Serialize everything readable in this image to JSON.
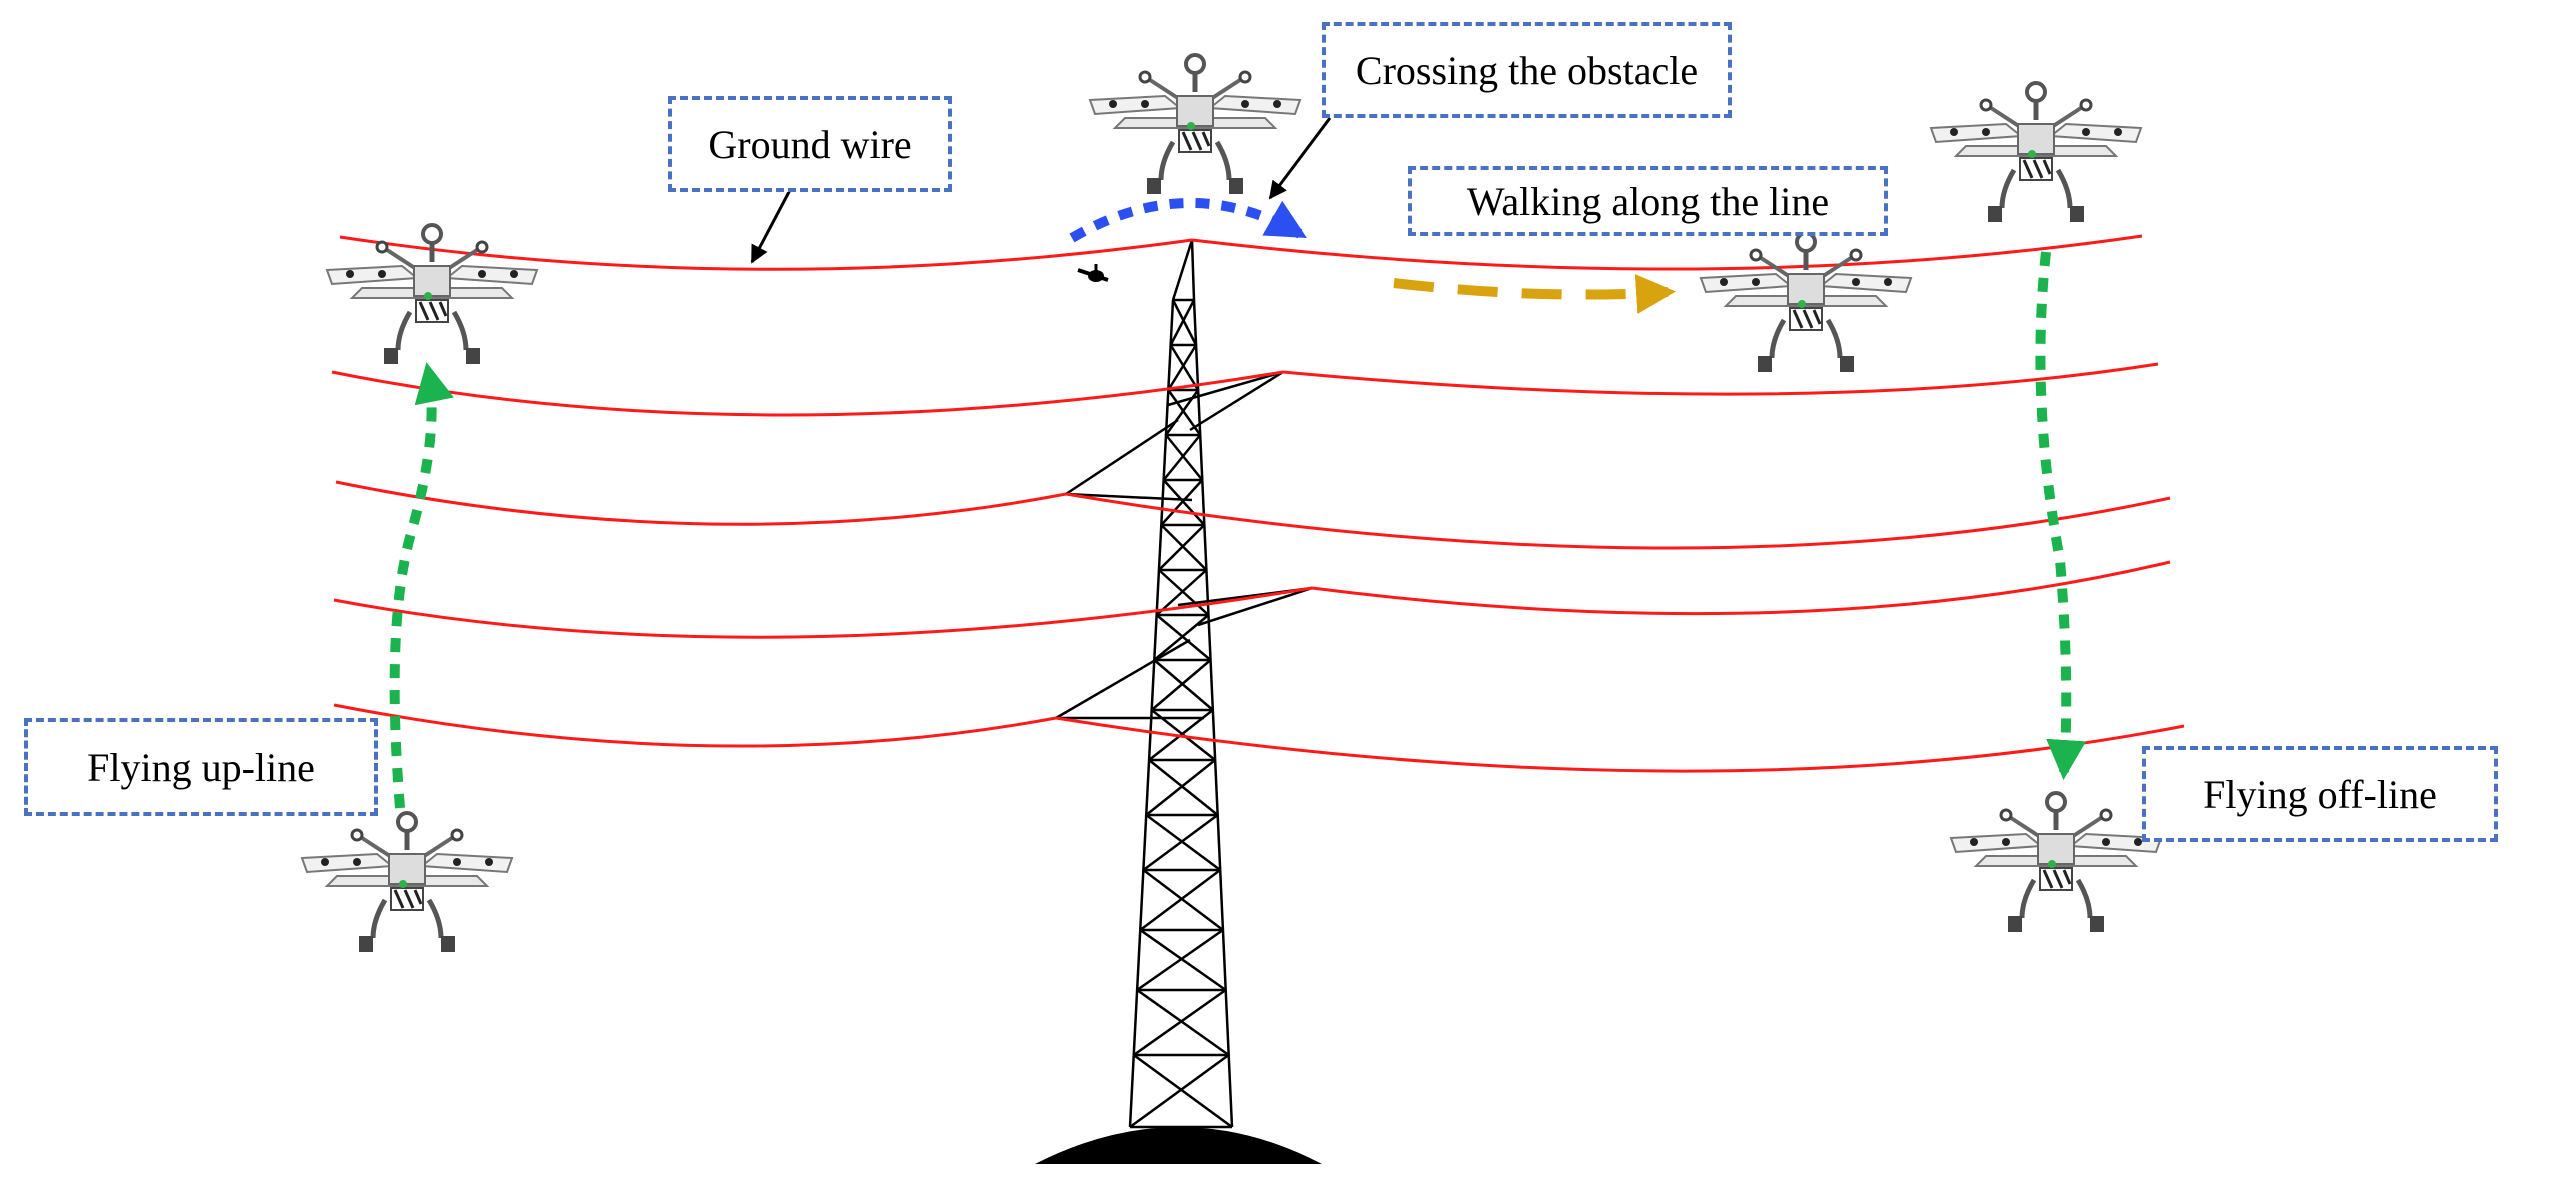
{
  "labels": {
    "ground_wire": "Ground wire",
    "crossing": "Crossing the obstacle",
    "walking": "Walking along the line",
    "flying_up": "Flying up-line",
    "flying_off": "Flying off-line"
  },
  "colors": {
    "conductor": "#ff1a1a",
    "tower": "#000000",
    "box_border": "#4a72c4",
    "arrow_green": "#1ab34d",
    "arrow_blue": "#2b4ff0",
    "arrow_gold": "#d9a20f"
  },
  "icons": [
    "drone-robot-icon",
    "insulator-icon",
    "tower-icon"
  ]
}
